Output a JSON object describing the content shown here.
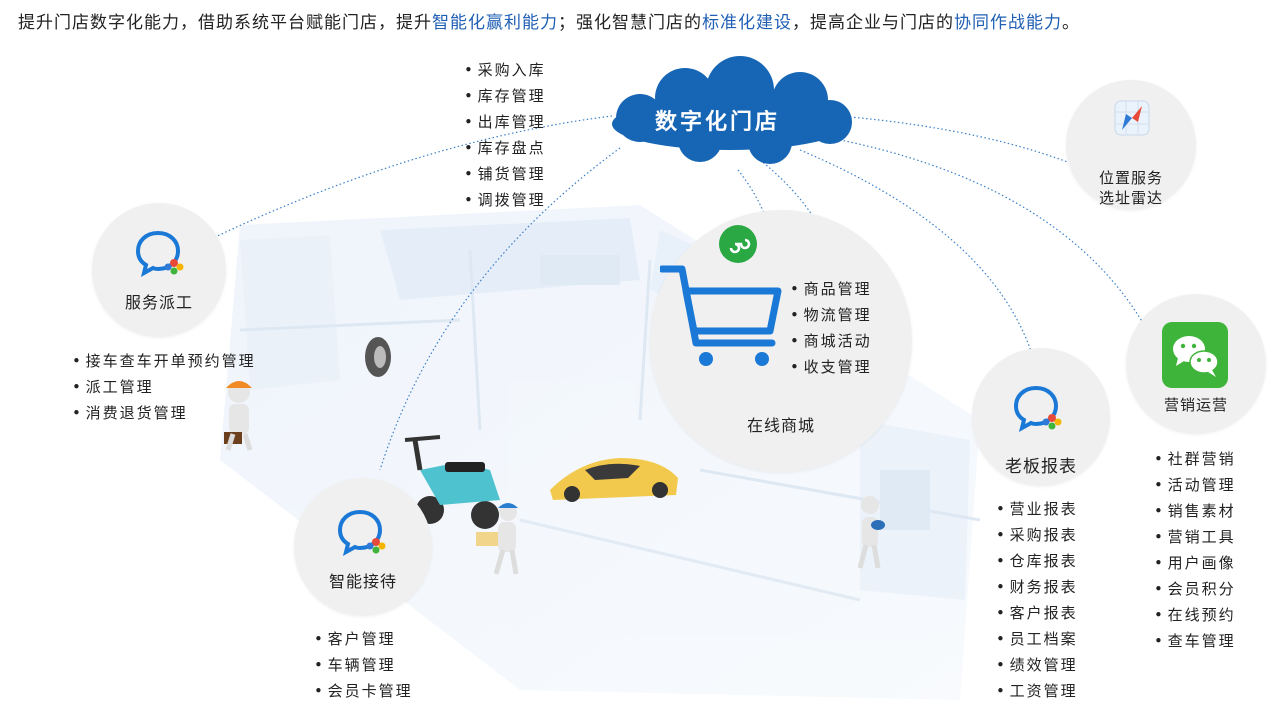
{
  "headline": {
    "p1": "提升门店数字化能力，借助系统平台赋能门店，提升",
    "h1": "智能化赢利能力",
    "p2": "；强化智慧门店的",
    "h2": "标准化建设",
    "p3": "，提高企业与门店的",
    "h3": "协同作战能力",
    "p4": "。"
  },
  "hub": {
    "label": "数字化门店"
  },
  "warehouse": {
    "items": [
      "采购入库",
      "库存管理",
      "出库管理",
      "库存盘点",
      "铺货管理",
      "调拨管理"
    ]
  },
  "location": {
    "line1": "位置服务",
    "line2": "选址雷达"
  },
  "dispatch": {
    "label": "服务派工",
    "items": [
      "接车查车开单预约管理",
      "派工管理",
      "消费退货管理"
    ]
  },
  "mall": {
    "label": "在线商城",
    "items": [
      "商品管理",
      "物流管理",
      "商城活动",
      "收支管理"
    ]
  },
  "boss": {
    "label": "老板报表",
    "items": [
      "营业报表",
      "采购报表",
      "仓库报表",
      "财务报表",
      "客户报表",
      "员工档案",
      "绩效管理",
      "工资管理"
    ]
  },
  "marketing": {
    "label": "营销运营",
    "items": [
      "社群营销",
      "活动管理",
      "销售素材",
      "营销工具",
      "用户画像",
      "会员积分",
      "在线预约",
      "查车管理"
    ]
  },
  "reception": {
    "label": "智能接待",
    "items": [
      "客户管理",
      "车辆管理",
      "会员卡管理"
    ]
  },
  "colors": {
    "accent": "#1f5fb4",
    "cloud": "#1766b5",
    "circle": "#f0f0f0",
    "chat_blue": "#1a78d6",
    "wechat": "#3fb43a",
    "miniapp": "#2aa843"
  },
  "icons": [
    "chat-icon",
    "miniapp-icon",
    "cart-icon",
    "compass-icon",
    "wechat-icon",
    "cloud-icon"
  ]
}
